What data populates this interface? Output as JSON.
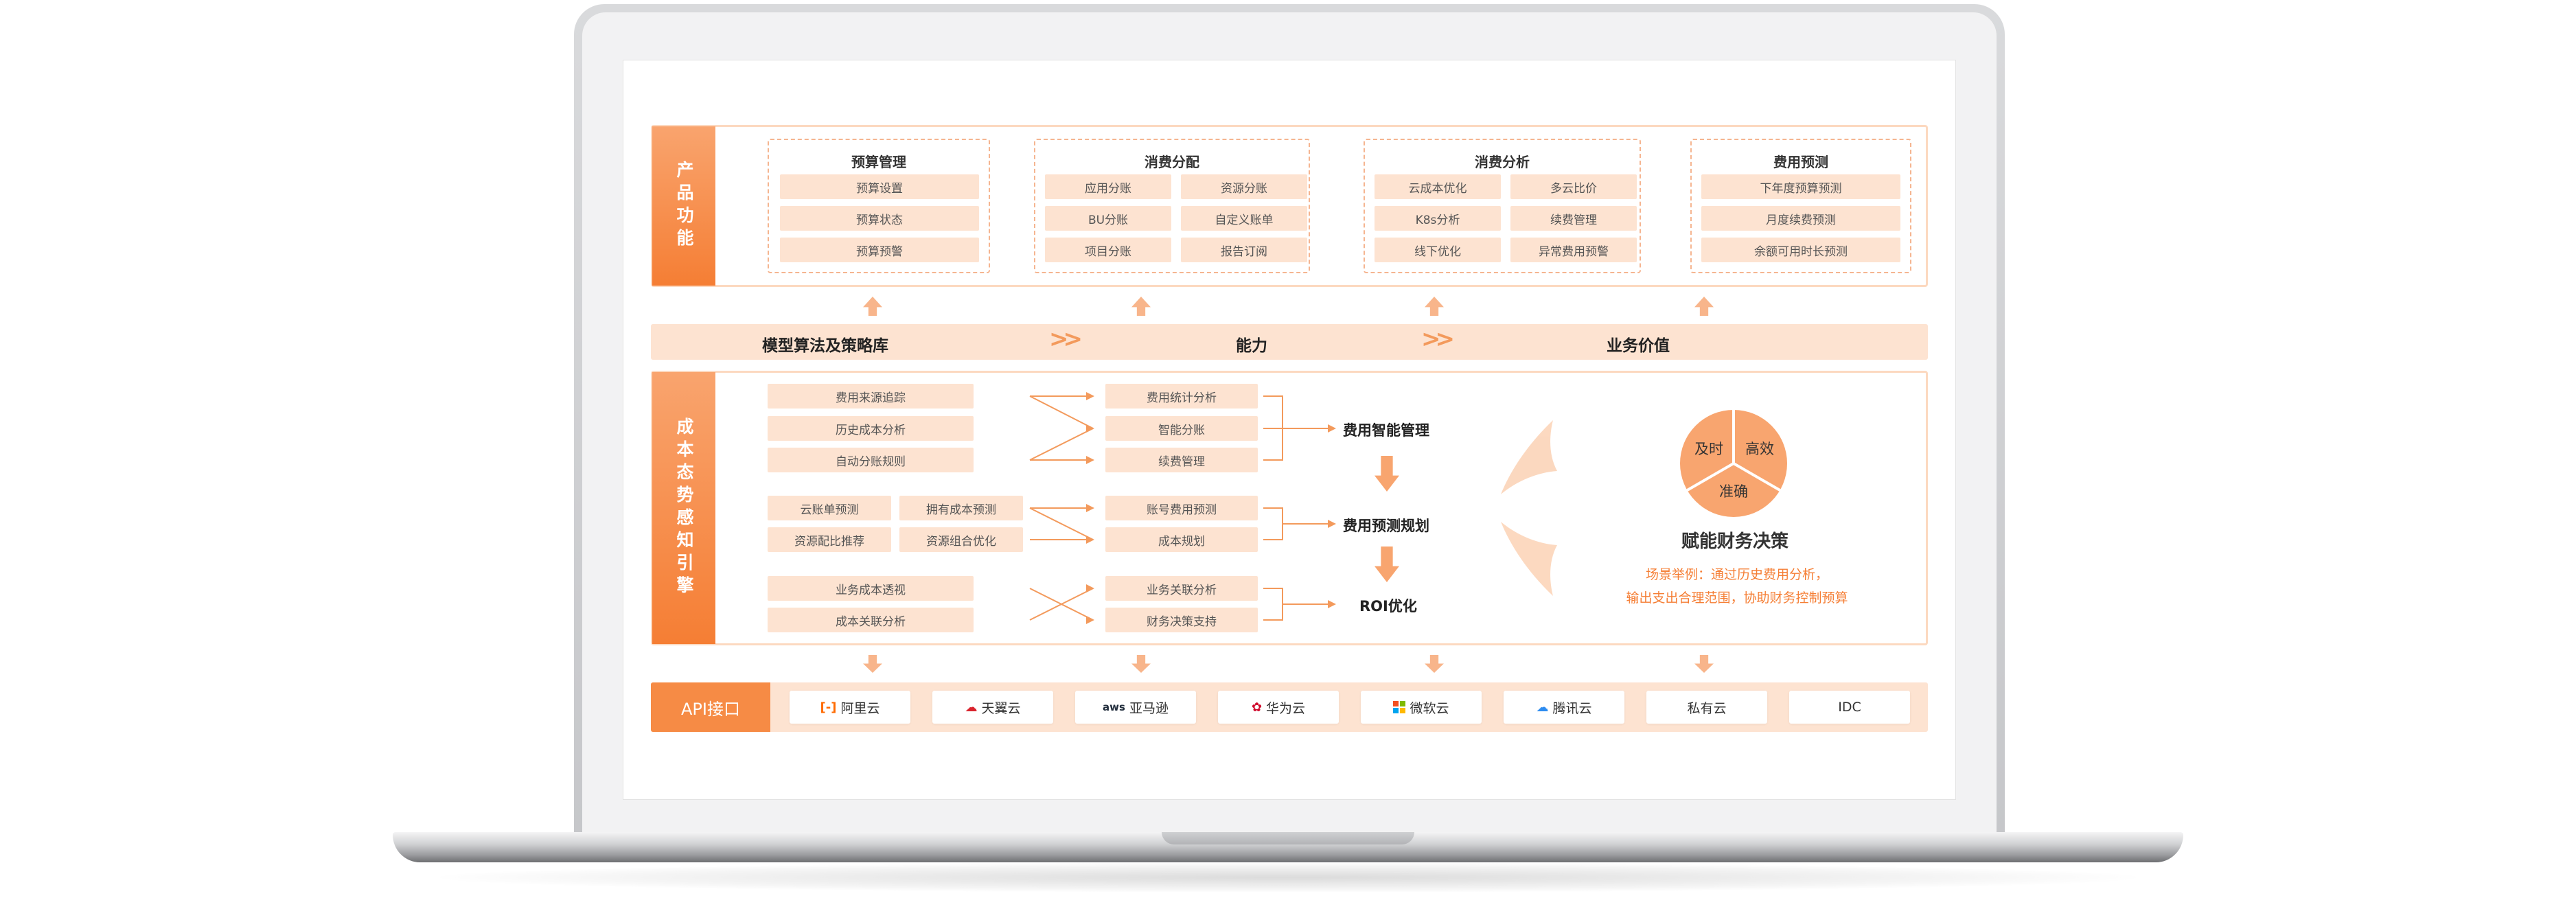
{
  "product_functions": {
    "label": "产品功能",
    "groups": [
      {
        "title": "预算管理",
        "items": [
          "预算设置",
          "预算状态",
          "预算预警"
        ]
      },
      {
        "title": "消费分配",
        "items": [
          "应用分账",
          "资源分账",
          "BU分账",
          "自定义账单",
          "项目分账",
          "报告订阅"
        ]
      },
      {
        "title": "消费分析",
        "items": [
          "云成本优化",
          "多云比价",
          "K8s分析",
          "续费管理",
          "线下优化",
          "异常费用预警"
        ]
      },
      {
        "title": "费用预测",
        "items": [
          "下年度预算预测",
          "月度续费预测",
          "余额可用时长预测"
        ]
      }
    ]
  },
  "flow_bar": {
    "items": [
      "模型算法及策略库",
      "能力",
      "业务价值"
    ],
    "chevron": ">>"
  },
  "engine": {
    "label": "成本态势感知引擎",
    "block1_left": [
      "费用来源追踪",
      "历史成本分析",
      "自动分账规则"
    ],
    "block1_right": [
      "费用统计分析",
      "智能分账",
      "续费管理"
    ],
    "block1_output": "费用智能管理",
    "block2_left": [
      "云账单预测",
      "拥有成本预测",
      "资源配比推荐",
      "资源组合优化"
    ],
    "block2_right": [
      "账号费用预测",
      "成本规划"
    ],
    "block2_output": "费用预测规划",
    "block3_left": [
      "业务成本透视",
      "成本关联分析"
    ],
    "block3_right": [
      "业务关联分析",
      "财务决策支持"
    ],
    "block3_output": "ROI优化",
    "pie_segments": [
      "及时",
      "高效",
      "准确"
    ],
    "decision_title": "赋能财务决策",
    "scenario_line1": "场景举例：通过历史费用分析，",
    "scenario_line2": "输出支出合理范围，协助财务控制预算",
    "colors": {
      "accent": "#f57e34",
      "light": "#fde3d1",
      "pie": "#f8a56f"
    }
  },
  "api": {
    "label": "API接口",
    "providers": [
      {
        "name": "阿里云",
        "icon": "aliyun-icon",
        "glyph": "[-]",
        "color": "#ff6a00"
      },
      {
        "name": "天翼云",
        "icon": "tianyi-cloud-icon",
        "glyph": "☁",
        "color": "#d9232d"
      },
      {
        "name": "亚马逊",
        "icon": "aws-icon",
        "glyph": "aws",
        "color": "#232f3e"
      },
      {
        "name": "华为云",
        "icon": "huawei-icon",
        "glyph": "✿",
        "color": "#cf0a2c"
      },
      {
        "name": "微软云",
        "icon": "microsoft-icon",
        "glyph": "",
        "color": "#00a4ef"
      },
      {
        "name": "腾讯云",
        "icon": "tencent-cloud-icon",
        "glyph": "☁",
        "color": "#2d8cf0"
      },
      {
        "name": "私有云",
        "icon": "",
        "glyph": "",
        "color": ""
      },
      {
        "name": "IDC",
        "icon": "",
        "glyph": "",
        "color": ""
      }
    ]
  }
}
